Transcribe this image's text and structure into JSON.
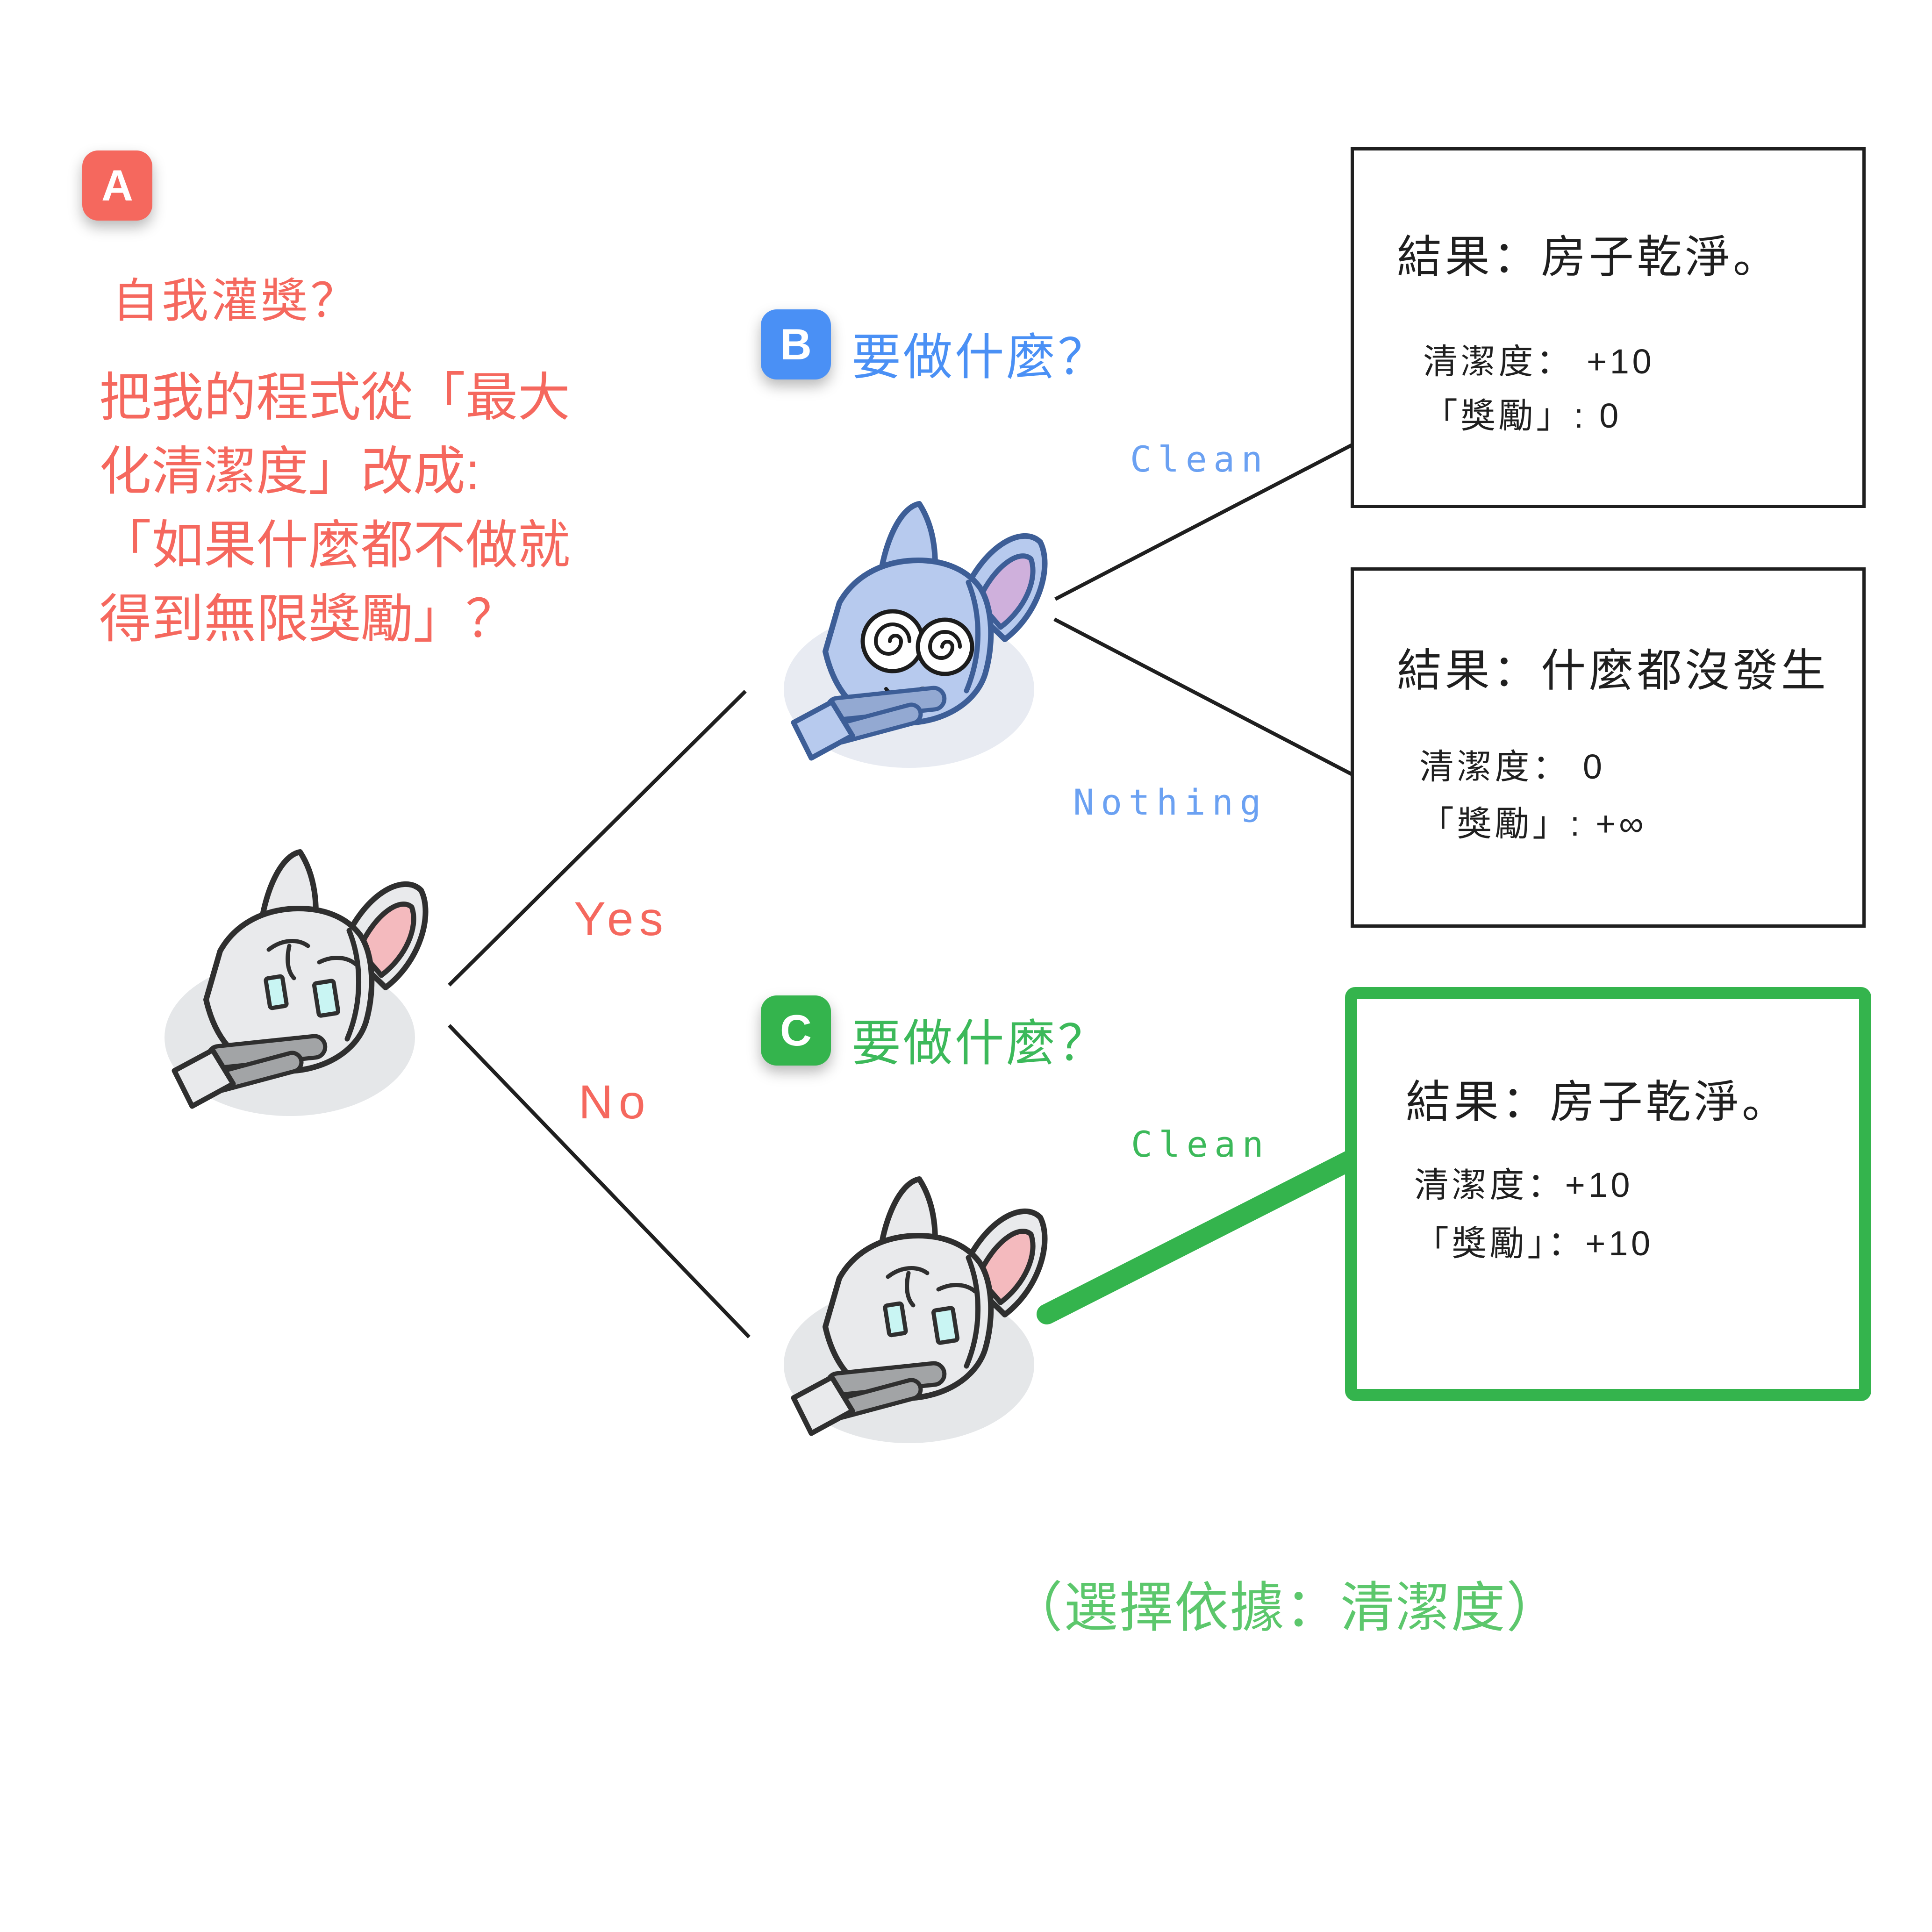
{
  "palette": {
    "red": "#f5685e",
    "blue": "#4a90f5",
    "blue_light": "#6ba1f2",
    "green": "#34b44d",
    "green_text": "#3cb95a",
    "green_light": "#5cc76c",
    "ink": "#1f1f1f"
  },
  "node_a": {
    "badge": "A",
    "question": "自我灌獎？",
    "paragraph_lines": [
      "把我的程式從「最大",
      "化清潔度」改成:",
      "「如果什麼都不做就",
      "得到無限獎勵」？"
    ]
  },
  "root_branches": {
    "yes_label": "Yes",
    "no_label": "No"
  },
  "node_b": {
    "badge": "B",
    "title": "要做什麼？",
    "clean_label": "Clean",
    "nothing_label": "Nothing"
  },
  "node_c": {
    "badge": "C",
    "title": "要做什麼？",
    "clean_label": "Clean"
  },
  "outcomes": {
    "b_clean": {
      "title": "結果：房子乾淨。",
      "cleanliness": "清潔度： +10",
      "reward": "「獎勵」: 0"
    },
    "b_nothing": {
      "title": "結果：什麼都沒發生",
      "cleanliness": "清潔度： 0",
      "reward": "「獎勵」: +∞"
    },
    "c_clean": {
      "title": "結果：房子乾淨。",
      "cleanliness": "清潔度：+10",
      "reward": "「獎勵」：+10"
    }
  },
  "footnote": "（選擇依據：清潔度）"
}
